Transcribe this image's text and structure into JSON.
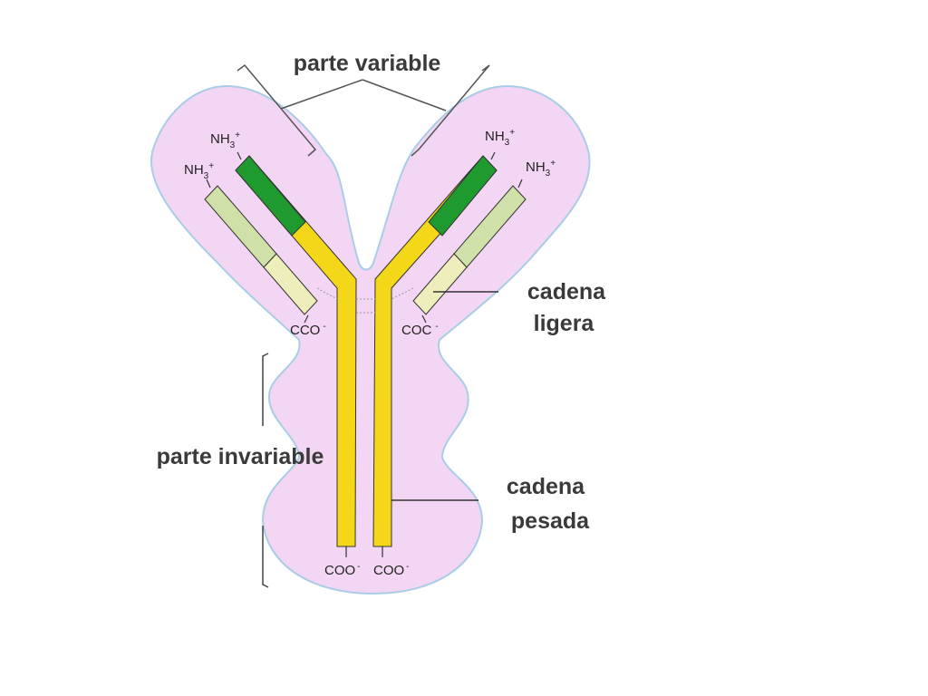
{
  "colors": {
    "background": "#ffffff",
    "envelope_fill": "#f3d6f3",
    "envelope_stroke": "#a9cde6",
    "heavy_chain_constant": "#f5d71a",
    "heavy_chain_variable": "#1f9a2e",
    "light_chain_constant": "#eeeebc",
    "light_chain_variable": "#cfe0a8",
    "label_text": "#3a3a3a"
  },
  "labels": {
    "variable_part": "parte variable",
    "invariable_part": "parte invariable",
    "light_chain_line1": "cadena",
    "light_chain_line2": "ligera",
    "heavy_chain_line1": "cadena",
    "heavy_chain_line2": "pesada"
  },
  "chem_labels": {
    "amino_main": "NH",
    "amino_sub": "3",
    "amino_charge": "+",
    "carboxyl_left_light": "CCO",
    "carboxyl_right_light": "COC",
    "carboxyl_heavy": "COO",
    "charge_minus": "-"
  }
}
